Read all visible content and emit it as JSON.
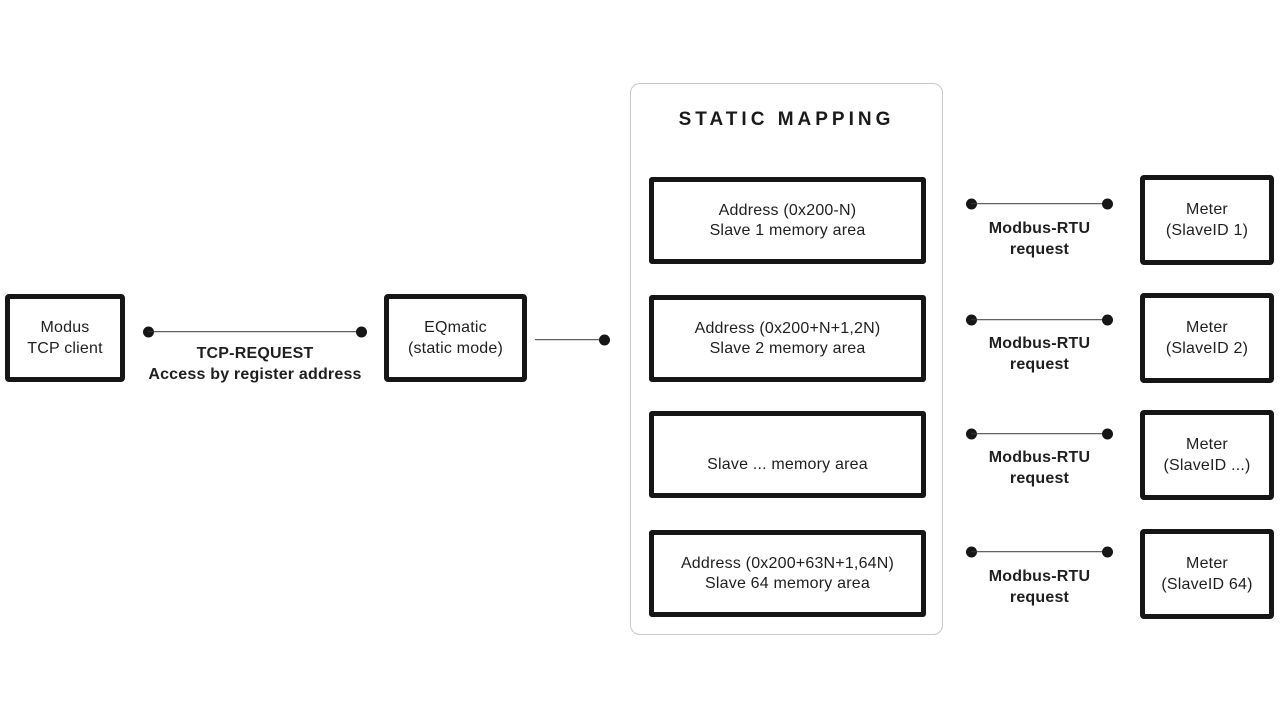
{
  "colors": {
    "background": "#ffffff",
    "box_border": "#161616",
    "panel_border": "#c9c9c9",
    "line": "#3a3a3a",
    "text": "#1f1f1f"
  },
  "nodes": {
    "tcp_client": {
      "line1": "Modus",
      "line2": "TCP client"
    },
    "eqmatic": {
      "line1": "EQmatic",
      "line2": "(static mode)"
    }
  },
  "tcp_connector_label": {
    "line1": "TCP-REQUEST",
    "line2": "Access by register address"
  },
  "mapping_panel": {
    "title": "STATIC MAPPING",
    "boxes": [
      {
        "line1": "Address (0x200-N)",
        "line2": "Slave 1 memory area"
      },
      {
        "line1": "Address (0x200+N+1,2N)",
        "line2": "Slave 2 memory area"
      },
      {
        "line1": "",
        "line2": "Slave ... memory area"
      },
      {
        "line1": "Address (0x200+63N+1,64N)",
        "line2": "Slave 64 memory area"
      }
    ]
  },
  "rtu_connectors": [
    {
      "line1": "Modbus-RTU",
      "line2": "request"
    },
    {
      "line1": "Modbus-RTU",
      "line2": "request"
    },
    {
      "line1": "Modbus-RTU",
      "line2": "request"
    },
    {
      "line1": "Modbus-RTU",
      "line2": "request"
    }
  ],
  "meters": [
    {
      "line1": "Meter",
      "line2": "(SlaveID 1)"
    },
    {
      "line1": "Meter",
      "line2": "(SlaveID 2)"
    },
    {
      "line1": "Meter",
      "line2": "(SlaveID ...)"
    },
    {
      "line1": "Meter",
      "line2": "(SlaveID 64)"
    }
  ]
}
